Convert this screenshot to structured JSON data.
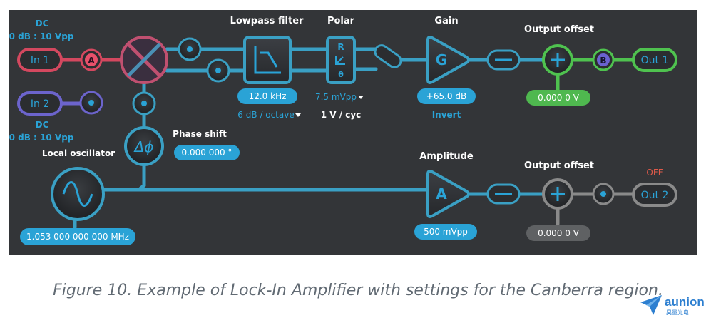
{
  "inputs": {
    "in1": {
      "label": "In 1",
      "mode": "DC",
      "range": "0 dB : 10 Vpp"
    },
    "in2": {
      "label": "In 2",
      "mode": "DC",
      "range": "0 dB : 10 Vpp"
    }
  },
  "markers": {
    "a": "A",
    "b": "B"
  },
  "lowpass": {
    "title": "Lowpass filter",
    "freq": "12.0  kHz",
    "slope": "6 dB / octave"
  },
  "polar": {
    "title": "Polar",
    "r": "R",
    "theta": "θ",
    "scale": "7.5 mVpp",
    "unit": "1 V / cyc"
  },
  "gain": {
    "title": "Gain",
    "symbol": "G",
    "value": "+65.0  dB",
    "invert": "Invert"
  },
  "phase": {
    "title": "Phase shift",
    "symbol": "Δϕ",
    "value": "0.000 000  °"
  },
  "oscillator": {
    "title": "Local oscillator",
    "freq": "1.053 000 000 000  MHz"
  },
  "amplitude": {
    "title": "Amplitude",
    "symbol": "A",
    "value": "500  mVpp"
  },
  "out1": {
    "offset_title": "Output offset",
    "offset_value": "0.000 0  V",
    "label": "Out 1"
  },
  "out2": {
    "offset_title": "Output offset",
    "offset_value": "0.000 0  V",
    "label": "Out 2",
    "state": "OFF"
  },
  "caption": "Figure 10. Example of Lock-In Amplifier with settings for the Canberra region.",
  "logo": {
    "word": "aunion",
    "sub": "昊量光电"
  },
  "colors": {
    "panel": "#333538",
    "wire": "#3aa0c4",
    "accent": "#2aa3d6",
    "red": "#e0405a",
    "purple": "#6b63c9",
    "green": "#4fc24f",
    "gray": "#8a8a8a",
    "off": "#e05a4a"
  }
}
